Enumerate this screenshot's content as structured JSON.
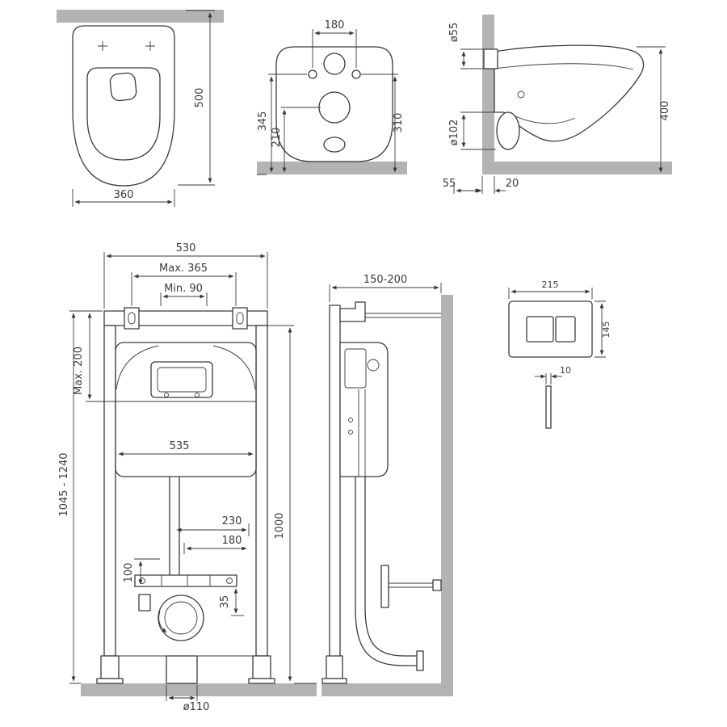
{
  "drawing": {
    "bowl_top": {
      "depth": "500",
      "width": "360"
    },
    "bowl_back": {
      "hole_spacing": "180",
      "height_holes": "345",
      "height_outlet": "210",
      "height_right": "310"
    },
    "bowl_side": {
      "flush_pipe_diameter": "ø55",
      "outlet_diameter": "ø102",
      "height": "400",
      "outlet_offset": "55",
      "wall_offset": "20"
    },
    "frame_front": {
      "width": "530",
      "max_top_offset": "Max. 365",
      "min_top_offset": "Min. 90",
      "max_plate_offset": "Max. 200",
      "height_range": "1045 - 1240",
      "tank_width": "535",
      "offset_230": "230",
      "offset_180": "180",
      "offset_100": "100",
      "offset_35": "35",
      "height_1000": "1000",
      "drain_diameter": "ø110"
    },
    "frame_side": {
      "depth_range": "150-200"
    },
    "flush_plate": {
      "width": "215",
      "height": "145",
      "thickness": "10"
    }
  },
  "colors": {
    "line": "#3a3a3a",
    "wall_fill": "#b3b3b3",
    "background": "#ffffff"
  }
}
